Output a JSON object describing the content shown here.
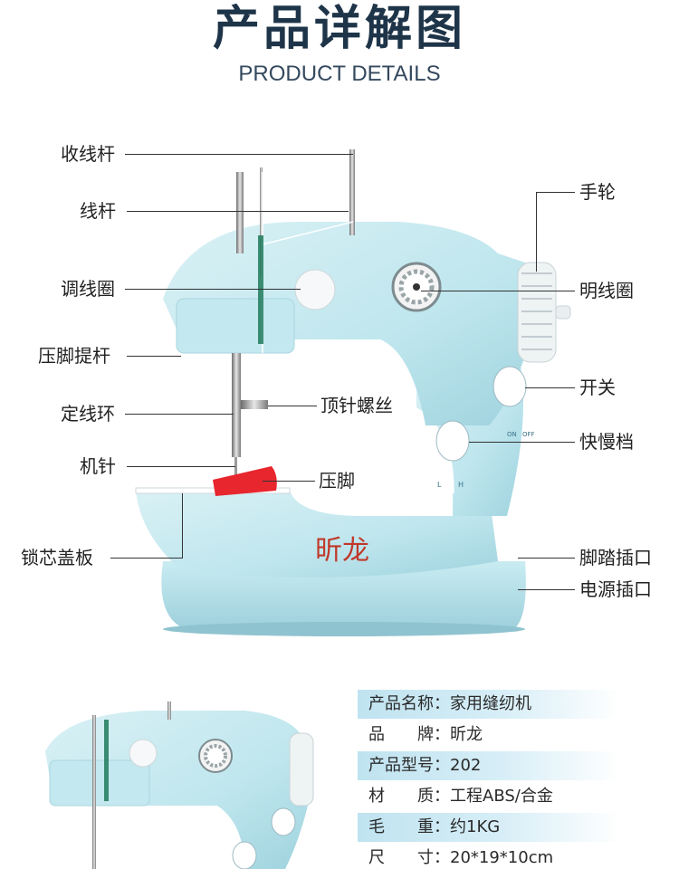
{
  "header": {
    "title": "产品详解图",
    "subtitle": "PRODUCT DETAILS"
  },
  "brand_mark": "昕龙",
  "labels": {
    "take_up_lever": "收线杆",
    "thread_rod": "线杆",
    "tension_dial": "调线圈",
    "presser_lever": "压脚提杆",
    "thread_guide": "定线环",
    "needle": "机针",
    "bobbin_cover": "锁芯盖板",
    "needle_screw": "顶针螺丝",
    "presser_foot": "压脚",
    "handwheel": "手轮",
    "bobbin_winder": "明线圈",
    "power_switch": "开关",
    "speed_switch": "快慢档",
    "pedal_socket": "脚踏插口",
    "power_socket": "电源插口"
  },
  "switch_marks": {
    "on": "ON",
    "off": "OFF",
    "low": "L",
    "high": "H"
  },
  "specs": [
    {
      "key": "产品名称",
      "sep": "：",
      "value": "家用缝纫机",
      "shaded": true
    },
    {
      "key": "品　　牌",
      "sep": "：",
      "value": "昕龙",
      "shaded": false
    },
    {
      "key": "产品型号",
      "sep": "：",
      "value": "202",
      "shaded": true
    },
    {
      "key": "材　　质",
      "sep": "：",
      "value": "工程ABS/合金",
      "shaded": false
    },
    {
      "key": "毛　　重",
      "sep": "：",
      "value": "约1KG",
      "shaded": true
    },
    {
      "key": "尺　　寸",
      "sep": "：",
      "value": "20*19*10cm",
      "shaded": false
    }
  ],
  "colors": {
    "title": "#1e3448",
    "body_blue": "#bfe6ee",
    "presser_foot": "#e8262e",
    "brand_text": "#c0392b"
  }
}
